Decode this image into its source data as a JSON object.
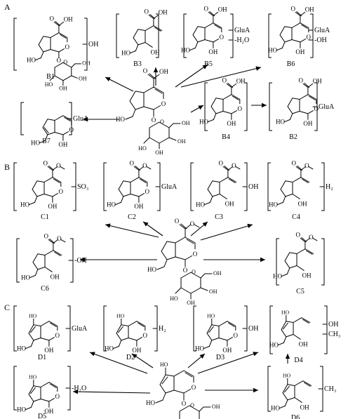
{
  "panels": [
    {
      "letter": "A",
      "parent": {
        "cid": "A0",
        "kind": "acid",
        "substituent": "glc"
      },
      "products": [
        {
          "code": "B1",
          "kind": "acid",
          "substituent": "glc",
          "mods": [
            "OH"
          ]
        },
        {
          "code": "B3",
          "kind": "acidopen",
          "substituent": "none",
          "mods": []
        },
        {
          "code": "B5",
          "kind": "acid",
          "substituent": "OH",
          "mods": [
            "GluA",
            "-H₂O"
          ]
        },
        {
          "code": "B6",
          "kind": "acid",
          "substituent": "OH",
          "mods": [
            "GluA",
            "-OH"
          ]
        },
        {
          "code": "B7",
          "kind": "diene",
          "substituent": "OH",
          "mods": [
            "GluA"
          ]
        },
        {
          "code": "B4",
          "kind": "acidnor",
          "substituent": "OH",
          "mods": []
        },
        {
          "code": "B2",
          "kind": "acidnor",
          "substituent": "OH",
          "mods": [
            "GluA"
          ]
        }
      ]
    },
    {
      "letter": "B",
      "parent": {
        "cid": "B0",
        "kind": "ester",
        "substituent": "glc"
      },
      "products": [
        {
          "code": "C1",
          "kind": "ester",
          "substituent": "OH",
          "mods": [
            "SO₃"
          ]
        },
        {
          "code": "C2",
          "kind": "ester",
          "substituent": "OH",
          "mods": [
            "GluA"
          ]
        },
        {
          "code": "C3",
          "kind": "esteropen",
          "substituent": "OH",
          "mods": [
            "OH"
          ]
        },
        {
          "code": "C4",
          "kind": "esteropen",
          "substituent": "OH",
          "mods": [
            "H₂"
          ]
        },
        {
          "code": "C6",
          "kind": "esteropen",
          "substituent": "OH",
          "mods": [
            "-OH"
          ]
        },
        {
          "code": "C5",
          "kind": "esteropen2",
          "substituent": "none",
          "mods": []
        }
      ]
    },
    {
      "letter": "C",
      "parent": {
        "cid": "C0",
        "kind": "catalpol",
        "substituent": "glc"
      },
      "products": [
        {
          "code": "D1",
          "kind": "catalpol",
          "substituent": "OH",
          "mods": [
            "GluA"
          ]
        },
        {
          "code": "D2",
          "kind": "catalpol",
          "substituent": "OH",
          "mods": [
            "H₂"
          ]
        },
        {
          "code": "D3",
          "kind": "catalpol",
          "substituent": "OH",
          "mods": [
            "OH"
          ]
        },
        {
          "code": "D4",
          "kind": "catalpolopen",
          "substituent": "OH",
          "mods": [
            "OH",
            "CH₃"
          ]
        },
        {
          "code": "D5",
          "kind": "catalpol",
          "substituent": "OH",
          "mods": [
            "-H₂O"
          ]
        },
        {
          "code": "D6",
          "kind": "catalpolopen",
          "substituent": "OH",
          "mods": [
            "CH₃"
          ]
        }
      ]
    }
  ],
  "atoms": {
    "oh": "OH",
    "ho": "HO",
    "o": "O",
    "cooh": "OH"
  }
}
